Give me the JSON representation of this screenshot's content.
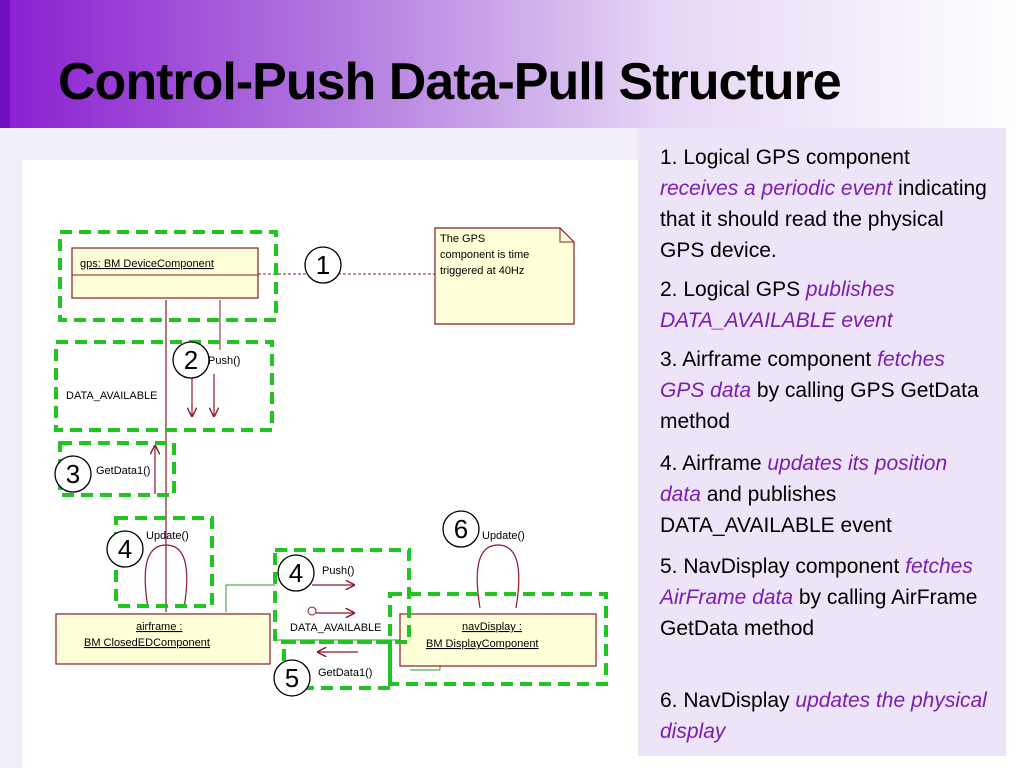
{
  "title": "Control-Push Data-Pull Structure",
  "diagram": {
    "gps_box_label": "gps: BM    DeviceComponent",
    "note_lines": [
      "The GPS",
      "component is time",
      "triggered at 40Hz"
    ],
    "push_label_1": "Push()",
    "data_available_1": "DATA_AVAILABLE",
    "getdata_label_1": "GetData1()",
    "update_label_1": "Update()",
    "airframe_line1": "airframe :",
    "airframe_line2": "BM    ClosedEDComponent",
    "push_label_2": "Push()",
    "data_available_2": "DATA_AVAILABLE",
    "getdata_label_2": "GetData1()",
    "update_label_2": "Update()",
    "navdisplay_line1": "navDisplay :",
    "navdisplay_line2": "BM    DisplayComponent",
    "step_markers": [
      "1",
      "2",
      "3",
      "4",
      "4",
      "5",
      "6"
    ]
  },
  "notes": [
    {
      "prefix": "1. Logical GPS component ",
      "emph": "receives a periodic event",
      "suffix": " indicating that it should read the physical GPS device."
    },
    {
      "prefix": "2. Logical GPS ",
      "emph": "publishes DATA_AVAILABLE event",
      "suffix": ""
    },
    {
      "prefix": "3. Airframe component ",
      "emph": "fetches GPS data",
      "suffix": " by calling GPS GetData method"
    },
    {
      "prefix": "4. Airframe ",
      "emph": "updates its position data",
      "suffix": " and publishes DATA_AVAILABLE event"
    },
    {
      "prefix": "5. NavDisplay component ",
      "emph": "fetches AirFrame data",
      "suffix": " by calling AirFrame GetData method"
    },
    {
      "prefix": "6. NavDisplay ",
      "emph": "updates the physical display",
      "suffix": ""
    }
  ],
  "colors": {
    "dashed_box": "#22c422",
    "object_box_fill": "#ffffd8",
    "object_box_stroke": "#8b1a2a",
    "emphasis_text": "#7a1db3"
  }
}
